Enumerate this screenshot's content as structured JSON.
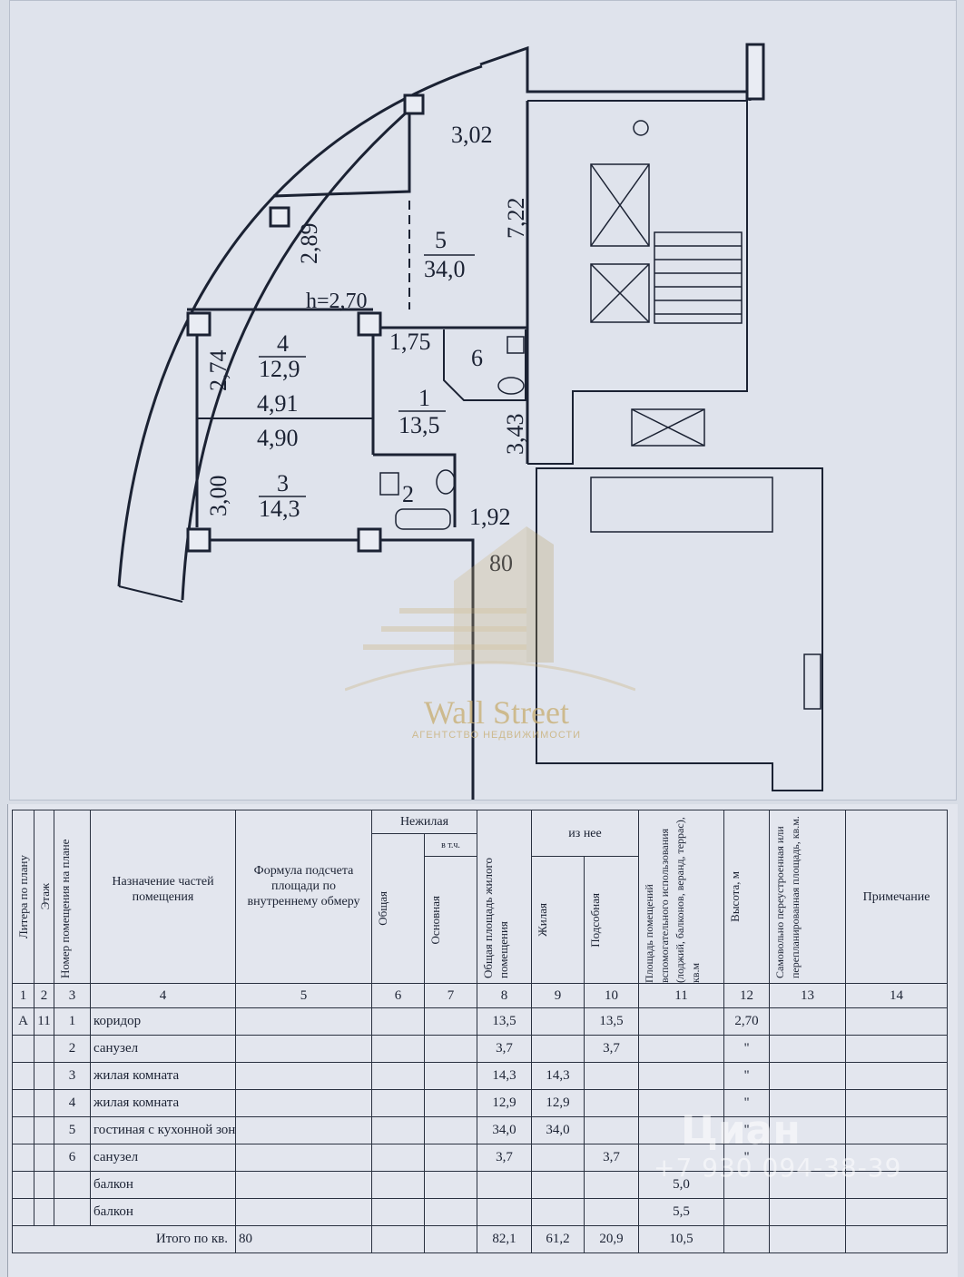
{
  "plan": {
    "dimensions": {
      "d302": "3,02",
      "d722": "7,22",
      "d289": "2,89",
      "h": "h=2,70",
      "d175": "1,75",
      "d274": "2,74",
      "d491": "4,91",
      "d490": "4,90",
      "d300": "3,00",
      "d343": "3,43",
      "d192": "1,92"
    },
    "rooms": {
      "r5_num": "5",
      "r5_area": "34,0",
      "r4_num": "4",
      "r4_area": "12,9",
      "r1_num": "1",
      "r1_area": "13,5",
      "r3_num": "3",
      "r3_area": "14,3",
      "r6_num": "6",
      "r2_num": "2"
    },
    "apartment_number": "80"
  },
  "watermark": {
    "title": "Wall Street",
    "subtitle": "АГЕНТСТВО НЕДВИЖИМОСТИ",
    "accent": "#c9b077"
  },
  "cian": {
    "logo": "Циан",
    "phone": "+7 930 094-38-39"
  },
  "table": {
    "headers": {
      "litera": "Литера по плану",
      "etazh": "Этаж",
      "nomer": "Номер помещения на плане",
      "naznachenie": "Назначение частей помещения",
      "formula": "Формула подсчета площади по внутреннему обмеру",
      "nezhilaya": "Нежилая",
      "obshaya": "Общая",
      "vtch": "в т.ч.",
      "osnovnaya": "Основная",
      "obshaya_zhil": "Общая площадь жилого помещения",
      "iz_nee": "из нее",
      "zhilaya": "Жилая",
      "podsobnaya": "Подсобная",
      "vspomog": "Площадь помещений вспомогательного использования (лоджий, балконов, веранд, террас), кв.м",
      "vysota": "Высота, м",
      "samovol": "Самовольно переустроенная или перепланированная площадь, кв.м.",
      "primechanie": "Примечание"
    },
    "col_numbers": [
      "1",
      "2",
      "3",
      "4",
      "5",
      "6",
      "7",
      "8",
      "9",
      "10",
      "11",
      "12",
      "13",
      "14"
    ],
    "rows": [
      {
        "lit": "А",
        "etazh": "11",
        "n": "1",
        "name": "коридор",
        "c8": "13,5",
        "c9": "",
        "c10": "13,5",
        "c11": "",
        "c12": "2,70"
      },
      {
        "lit": "",
        "etazh": "",
        "n": "2",
        "name": "санузел",
        "c8": "3,7",
        "c9": "",
        "c10": "3,7",
        "c11": "",
        "c12": "\""
      },
      {
        "lit": "",
        "etazh": "",
        "n": "3",
        "name": "жилая комната",
        "c8": "14,3",
        "c9": "14,3",
        "c10": "",
        "c11": "",
        "c12": "\""
      },
      {
        "lit": "",
        "etazh": "",
        "n": "4",
        "name": "жилая комната",
        "c8": "12,9",
        "c9": "12,9",
        "c10": "",
        "c11": "",
        "c12": "\""
      },
      {
        "lit": "",
        "etazh": "",
        "n": "5",
        "name": "гостиная с кухонной зоной",
        "c8": "34,0",
        "c9": "34,0",
        "c10": "",
        "c11": "",
        "c12": "\""
      },
      {
        "lit": "",
        "etazh": "",
        "n": "6",
        "name": "санузел",
        "c8": "3,7",
        "c9": "",
        "c10": "3,7",
        "c11": "",
        "c12": "\""
      },
      {
        "lit": "",
        "etazh": "",
        "n": "",
        "name": "балкон",
        "c8": "",
        "c9": "",
        "c10": "",
        "c11": "5,0",
        "c12": ""
      },
      {
        "lit": "",
        "etazh": "",
        "n": "",
        "name": "балкон",
        "c8": "",
        "c9": "",
        "c10": "",
        "c11": "5,5",
        "c12": ""
      }
    ],
    "total": {
      "label": "Итого по кв.",
      "apt": "80",
      "c8": "82,1",
      "c9": "61,2",
      "c10": "20,9",
      "c11": "10,5"
    }
  }
}
